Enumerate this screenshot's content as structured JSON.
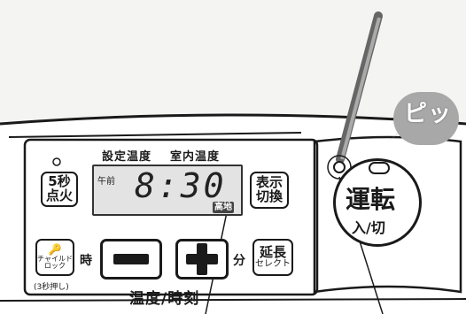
{
  "panel": {
    "header_set_temp": "設定温度",
    "header_room_temp": "室内温度"
  },
  "buttons": {
    "ignite_5s_line1": "5秒",
    "ignite_5s_line2": "点火",
    "display_switch_line1": "表示",
    "display_switch_line2": "切換",
    "child_lock_line1": "チャイルド",
    "child_lock_line2": "ロック",
    "child_lock_note": "(3秒押し)",
    "extend_line1": "延長",
    "extend_line2": "セレクト",
    "power_line1": "運転",
    "power_line2": "入/切"
  },
  "display": {
    "ampm": "午前",
    "time": "8:30",
    "highland": "高地"
  },
  "labels": {
    "hour": "時",
    "minute": "分",
    "temp_time": "温度/時刻"
  },
  "callout": {
    "beep": "ピッ"
  }
}
